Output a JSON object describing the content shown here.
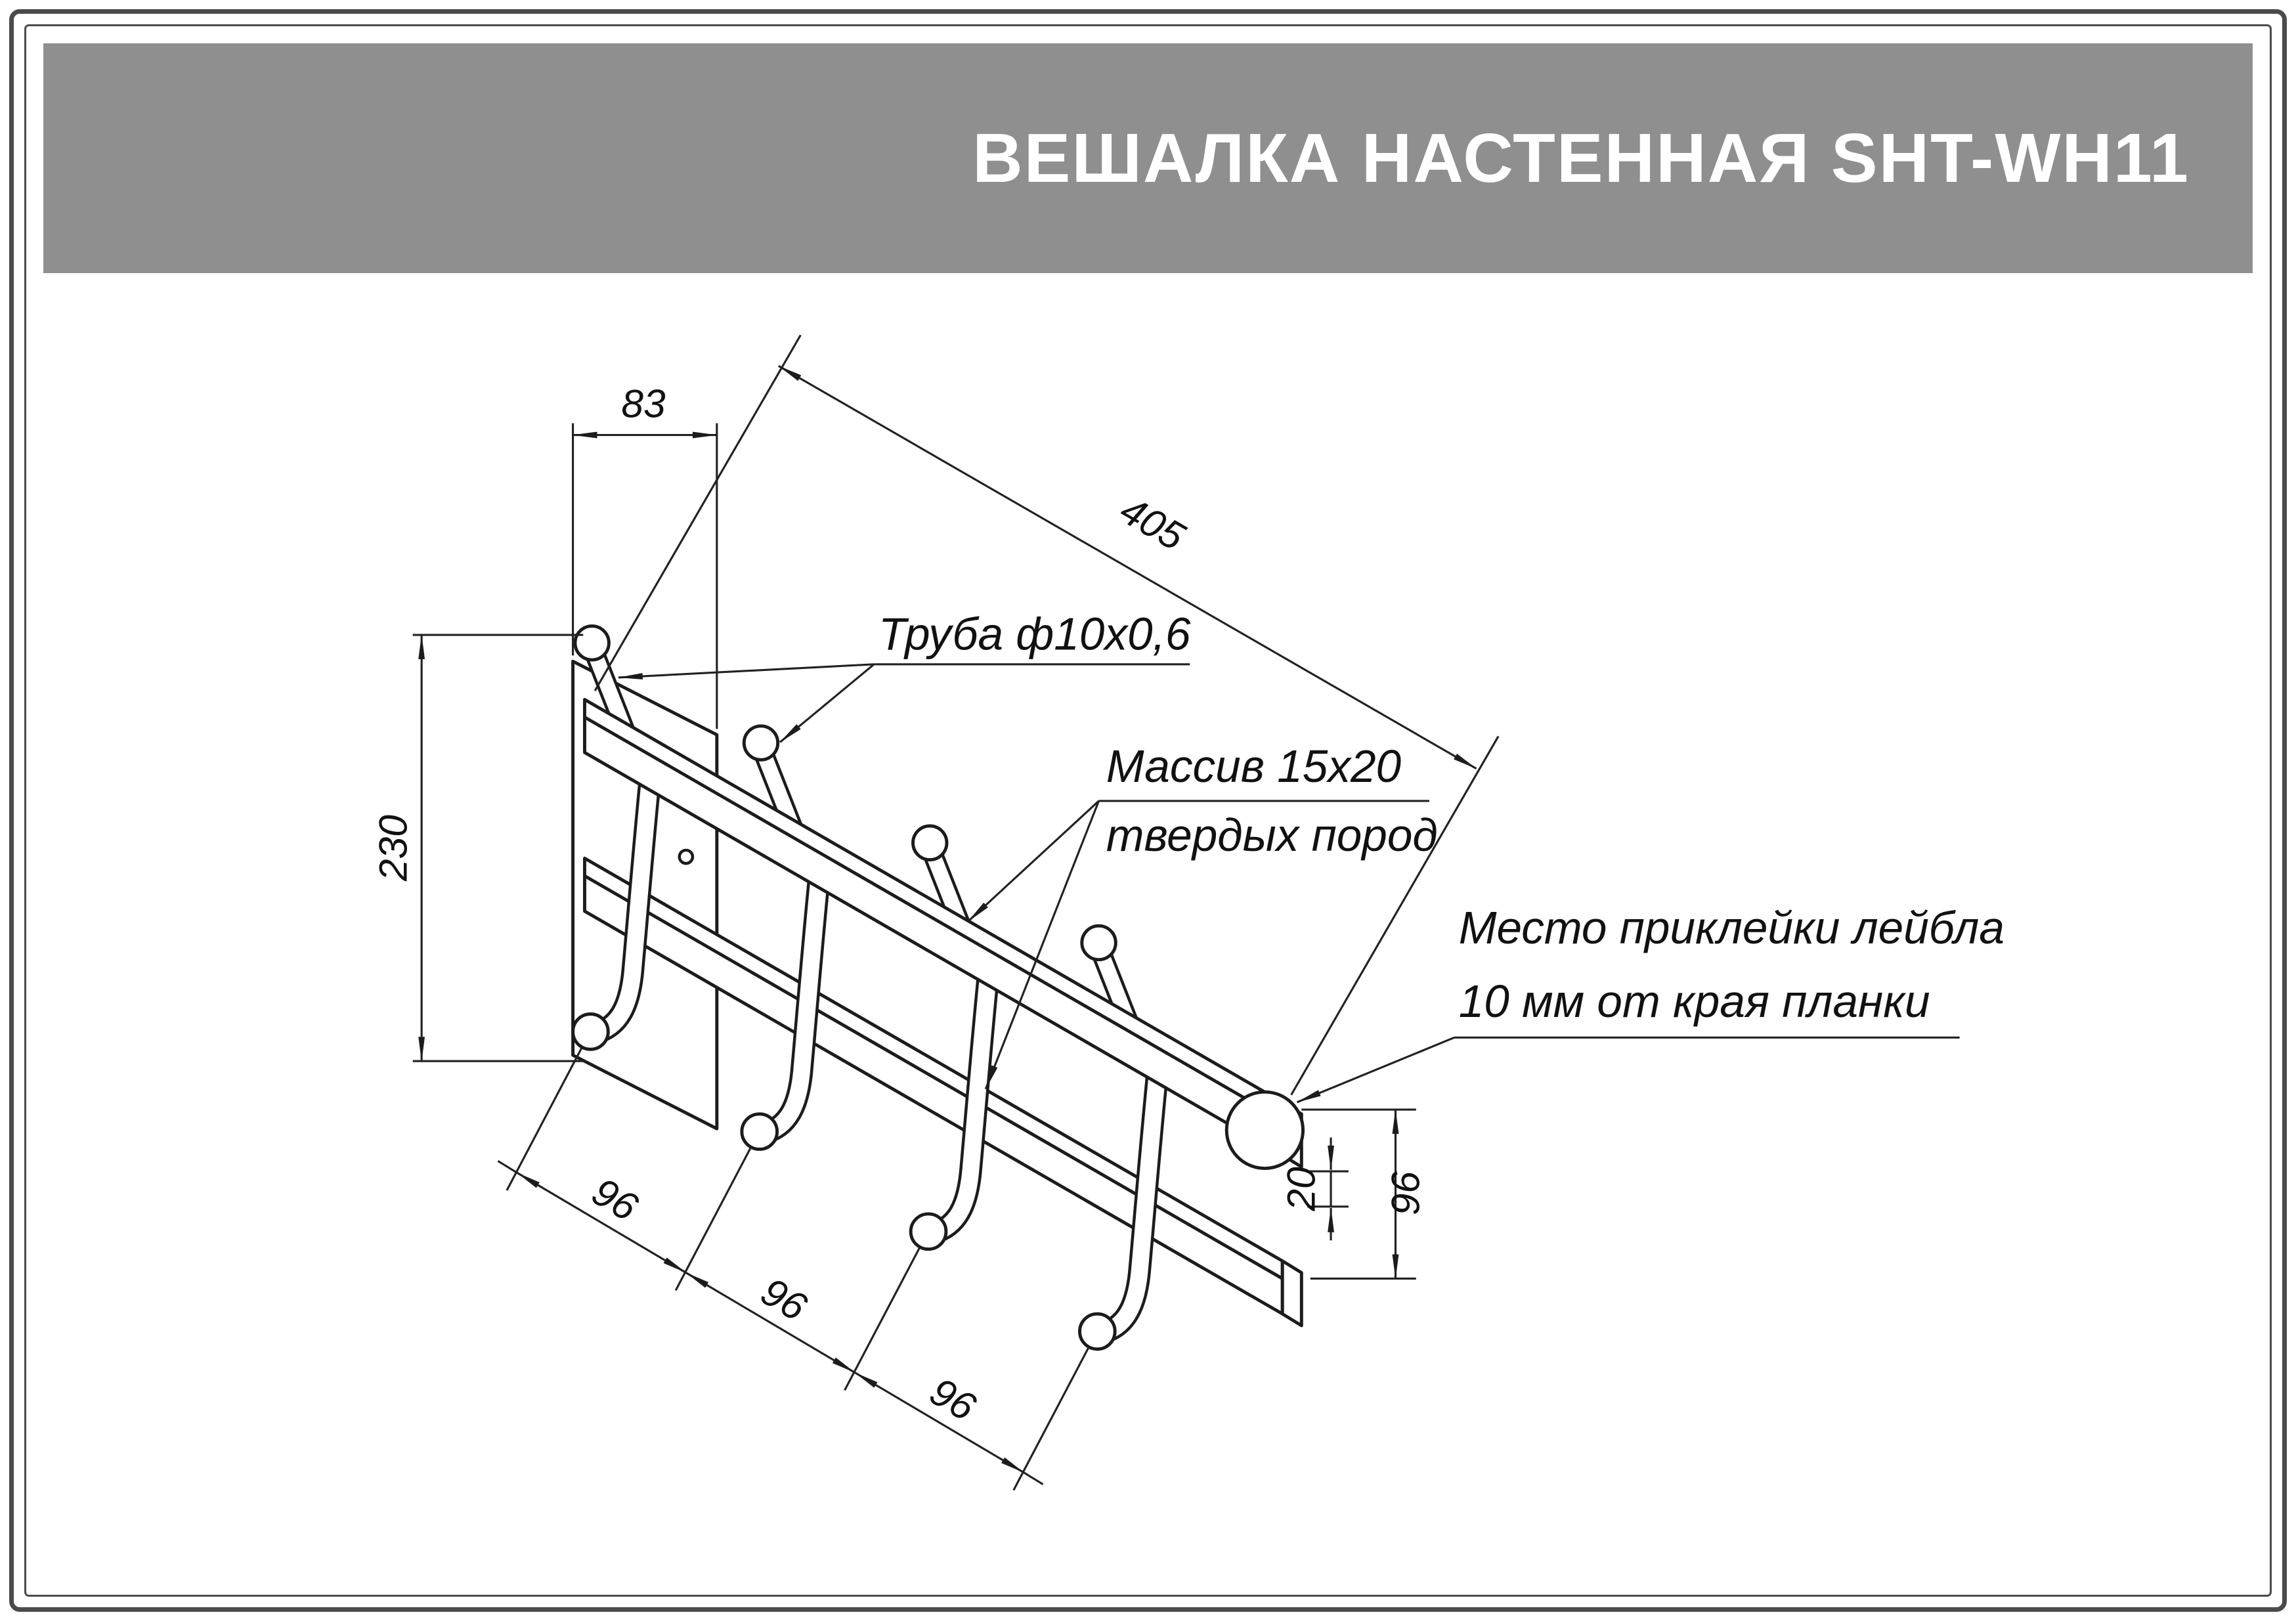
{
  "header": {
    "title": "ВЕШАЛКА НАСТЕННАЯ SHT-WH11"
  },
  "colors": {
    "header_bg": "#8f8f8f"
  },
  "drawing": {
    "callouts": {
      "pipe": "Труба ф10х0,6",
      "wood_line1": "Массив 15х20",
      "wood_line2": "твердых пород",
      "label_spot_line1": "Место приклейки лейбла",
      "label_spot_line2": "10 мм от края планки"
    },
    "dimensions": {
      "plank_width": "83",
      "overall_length": "405",
      "overall_height": "230",
      "hook_pitch_1": "96",
      "hook_pitch_2": "96",
      "hook_pitch_3": "96",
      "label_offset": "20",
      "end_height": "96"
    }
  }
}
